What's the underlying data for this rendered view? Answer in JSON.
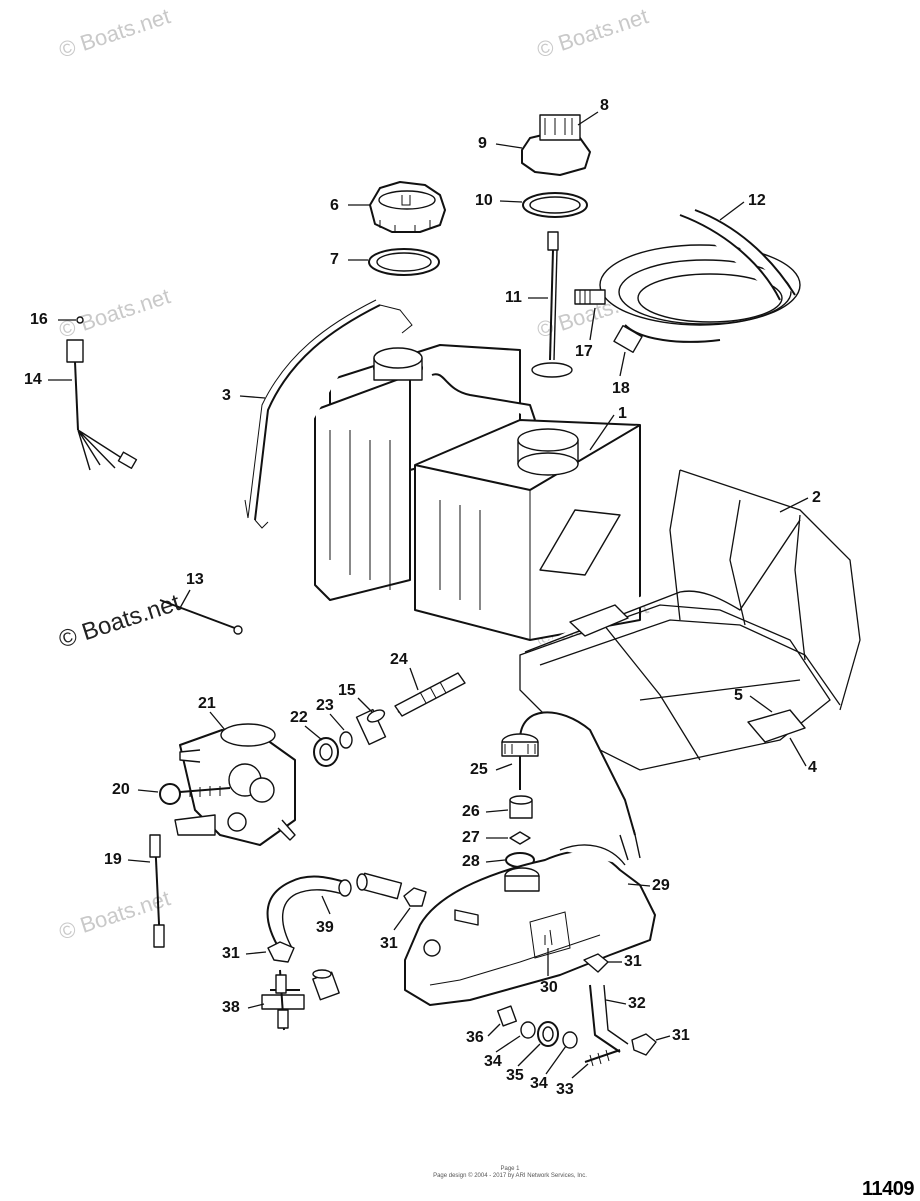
{
  "watermark": {
    "text": "© Boats.net"
  },
  "callouts": [
    "1",
    "2",
    "3",
    "4",
    "5",
    "6",
    "7",
    "8",
    "9",
    "10",
    "11",
    "12",
    "13",
    "14",
    "15",
    "16",
    "17",
    "18",
    "19",
    "20",
    "21",
    "22",
    "23",
    "24",
    "25",
    "26",
    "27",
    "28",
    "29",
    "30",
    "31",
    "32",
    "33",
    "34",
    "35",
    "36",
    "38",
    "39"
  ],
  "labels": {
    "l1": "1",
    "l2": "2",
    "l3": "3",
    "l4": "4",
    "l5": "5",
    "l6": "6",
    "l7": "7",
    "l8": "8",
    "l9": "9",
    "l10": "10",
    "l11": "11",
    "l12": "12",
    "l13": "13",
    "l14": "14",
    "l15": "15",
    "l16": "16",
    "l17": "17",
    "l18": "18",
    "l19": "19",
    "l20": "20",
    "l21": "21",
    "l22": "22",
    "l23": "23",
    "l24": "24",
    "l25": "25",
    "l26": "26",
    "l27": "27",
    "l28": "28",
    "l29": "29",
    "l30": "30",
    "l31": "31",
    "l32": "32",
    "l33": "33",
    "l34": "34",
    "l35": "35",
    "l36": "36",
    "l38": "38",
    "l39": "39"
  },
  "footer": {
    "line1": "Page 1",
    "line2": "Page design © 2004 - 2017 by ARI Network Services, Inc."
  },
  "diagram_id": "11409"
}
